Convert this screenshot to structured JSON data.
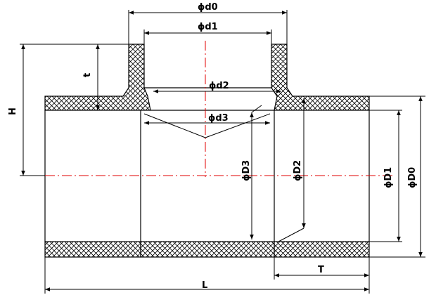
{
  "labels": {
    "d0": "ϕd0",
    "d1": "ϕd1",
    "d2": "ϕd2",
    "d3": "ϕd3",
    "t": "t",
    "H": "H",
    "D3": "ϕD3",
    "D2": "ϕD2",
    "D1": "ϕD1",
    "D0": "ϕD0",
    "T": "T",
    "L": "L"
  },
  "colors": {
    "centerline": "#e00000",
    "line": "#000000",
    "background": "#ffffff"
  }
}
